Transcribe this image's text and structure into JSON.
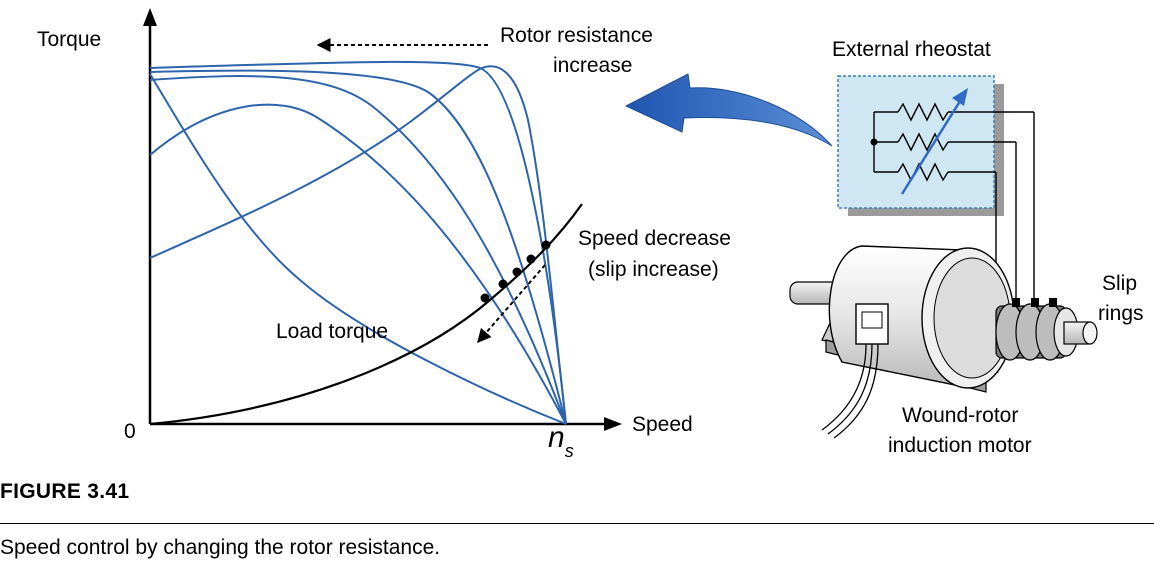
{
  "graph": {
    "y_axis_label": "Torque",
    "x_axis_label": "Speed",
    "origin_label": "0",
    "ns_main": "n",
    "ns_sub": "s",
    "rotor_resistance_line1": "Rotor resistance",
    "rotor_resistance_line2": "increase",
    "speed_decrease_line1": "Speed decrease",
    "speed_decrease_line2": "(slip increase)",
    "load_torque_label": "Load torque"
  },
  "motor": {
    "rheostat_label": "External rheostat",
    "slip_rings_line1": "Slip",
    "slip_rings_line2": "rings",
    "motor_label_line1": "Wound-rotor",
    "motor_label_line2": "induction motor"
  },
  "figure": {
    "label": "FIGURE 3.41",
    "caption": "Speed control by changing the rotor resistance."
  },
  "colors": {
    "curve": "#2e64ad",
    "arrow_blue": "#2f6bc4",
    "rheostat_fill": "#cfe6f3",
    "rheostat_border": "#3f7fc0"
  },
  "chart_data": {
    "type": "line",
    "x_label": "Speed",
    "y_label": "Torque",
    "curves_count": 6
  }
}
